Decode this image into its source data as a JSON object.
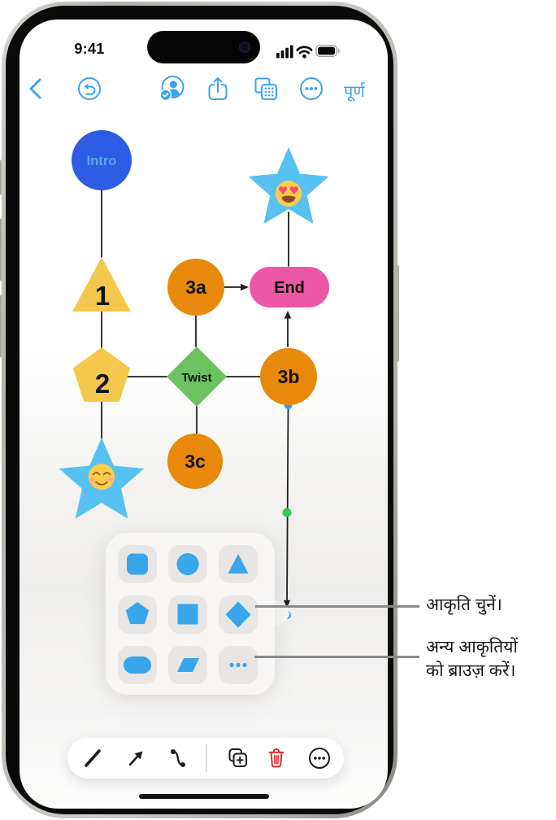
{
  "status_bar": {
    "time": "9:41"
  },
  "nav": {
    "accent": "#3BA4EC",
    "done_label": "पूर्ण",
    "icons": [
      "back-chevron",
      "undo",
      "collaborate",
      "share",
      "boards",
      "more"
    ]
  },
  "diagram": {
    "nodes": {
      "intro": "Intro",
      "step1": "1",
      "step2": "2",
      "step3a": "3a",
      "step3b": "3b",
      "step3c": "3c",
      "twist": "Twist",
      "end": "End",
      "star_top_emoji": "😍",
      "star_bottom_emoji": "☺️"
    },
    "colors": {
      "intro_fill": "#2E5CE2",
      "intro_text": "#56A9E9",
      "star_fill": "#57C2F2",
      "yellow_fill": "#F4C84C",
      "orange_fill": "#E8890B",
      "pink_fill": "#EC58A5",
      "green_fill": "#6CC161",
      "line_color": "#1f1f1f",
      "handle_blue": "#2E9BF0",
      "handle_green": "#35C759"
    }
  },
  "shape_picker": {
    "accent": "#39A5EA",
    "shapes": [
      "rounded-square",
      "circle",
      "triangle",
      "pentagon",
      "square",
      "diamond",
      "oval",
      "parallelogram",
      "more-shapes"
    ]
  },
  "callouts": {
    "choose_shape": "आकृति चुनें।",
    "browse_shapes_line1": "अन्य आकृतियों",
    "browse_shapes_line2": "को ब्राउज़ करें।"
  },
  "bottom_toolbar": {
    "tools": [
      "line",
      "arrow",
      "connector",
      "duplicate",
      "delete",
      "more"
    ]
  }
}
